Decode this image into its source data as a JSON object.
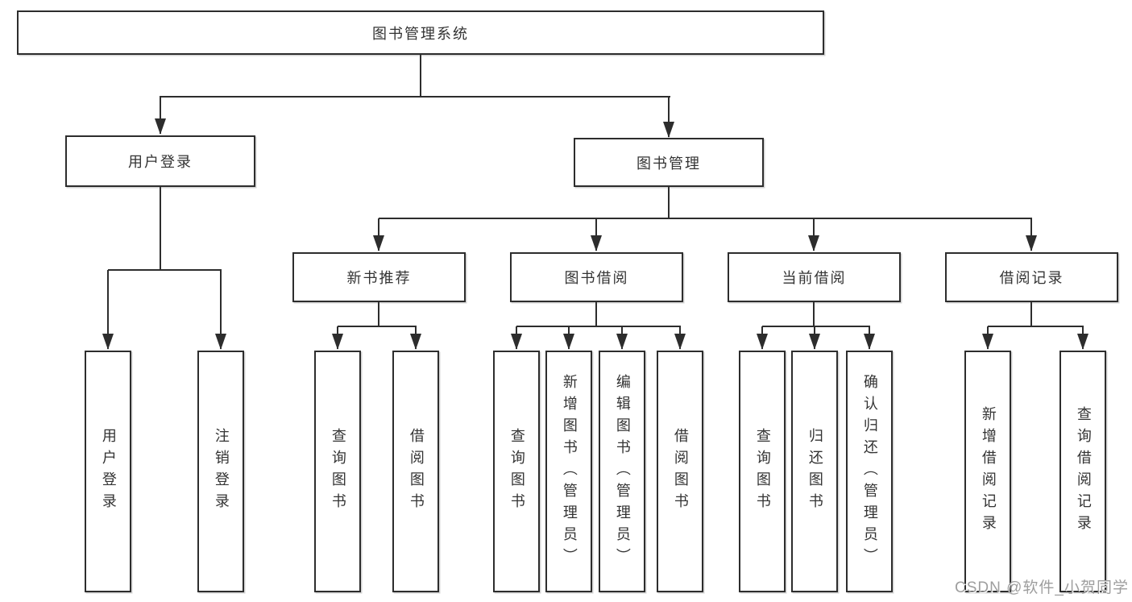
{
  "tree": {
    "root": {
      "label": "图书管理系统",
      "children": [
        {
          "label": "用户登录",
          "children": [
            {
              "label": "用户登录"
            },
            {
              "label": "注销登录"
            }
          ]
        },
        {
          "label": "图书管理",
          "children": [
            {
              "label": "新书推荐",
              "children": [
                {
                  "label": "查询图书"
                },
                {
                  "label": "借阅图书"
                }
              ]
            },
            {
              "label": "图书借阅",
              "children": [
                {
                  "label": "查询图书"
                },
                {
                  "label": "新增图书（管理员）"
                },
                {
                  "label": "编辑图书（管理员）"
                },
                {
                  "label": "借阅图书"
                }
              ]
            },
            {
              "label": "当前借阅",
              "children": [
                {
                  "label": "查询图书"
                },
                {
                  "label": "归还图书"
                },
                {
                  "label": "确认归还（管理员）"
                }
              ]
            },
            {
              "label": "借阅记录",
              "children": [
                {
                  "label": "新增借阅记录"
                },
                {
                  "label": "查询借阅记录"
                }
              ]
            }
          ]
        }
      ]
    }
  },
  "watermark": {
    "text": "CSDN @软件_小贺同学"
  },
  "colors": {
    "line": "#2d2d2d",
    "box_border": "#2d2d2d",
    "text": "#333333",
    "watermark": "#9e9e9e",
    "background": "#ffffff"
  }
}
